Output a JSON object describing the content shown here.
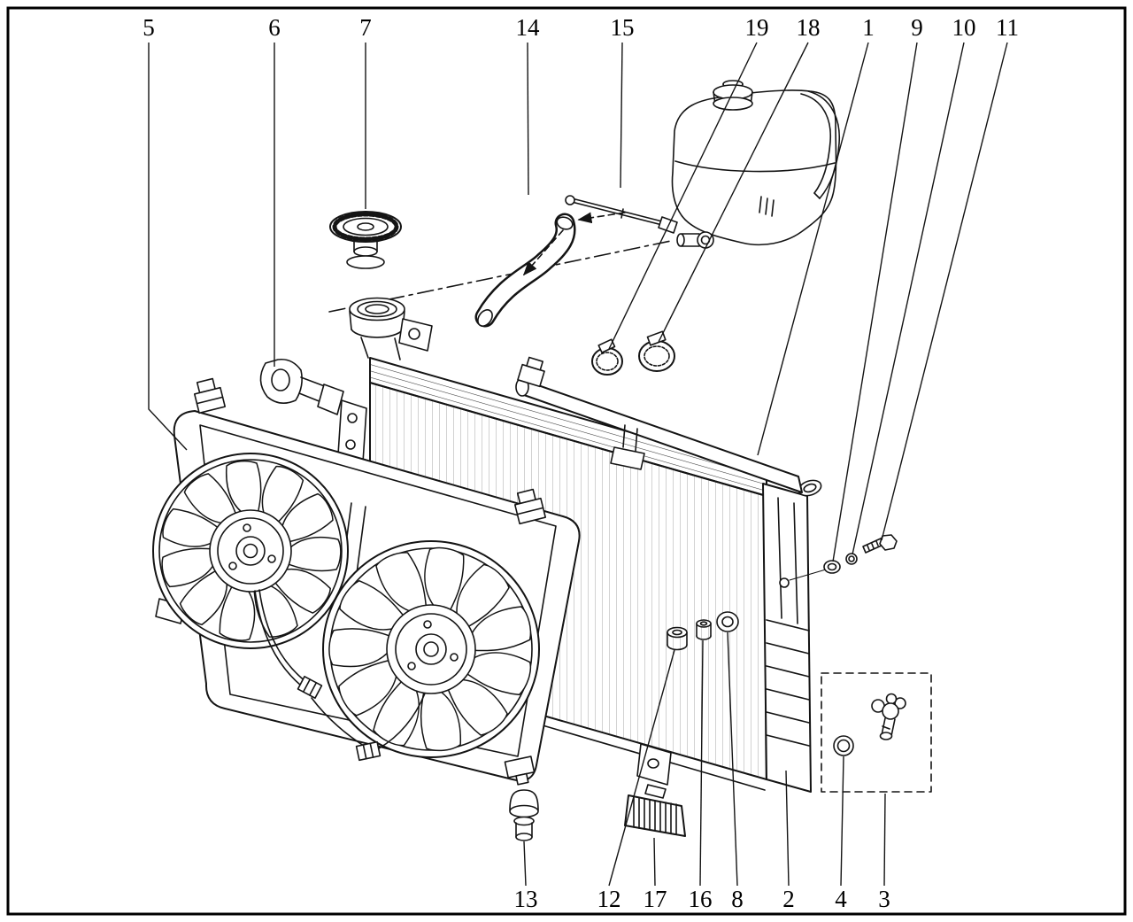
{
  "figure": {
    "kind": "exploded-parts-diagram",
    "colors": {
      "line": "#141414",
      "background": "#ffffff",
      "border": "#000000"
    },
    "callouts": {
      "top": [
        {
          "label": "5"
        },
        {
          "label": "6"
        },
        {
          "label": "7"
        },
        {
          "label": "14"
        },
        {
          "label": "15"
        },
        {
          "label": "19"
        },
        {
          "label": "18"
        },
        {
          "label": "1"
        },
        {
          "label": "9"
        },
        {
          "label": "10"
        },
        {
          "label": "11"
        }
      ],
      "bottom": [
        {
          "label": "13"
        },
        {
          "label": "12"
        },
        {
          "label": "17"
        },
        {
          "label": "16"
        },
        {
          "label": "8"
        },
        {
          "label": "2"
        },
        {
          "label": "4"
        },
        {
          "label": "3"
        }
      ]
    }
  }
}
